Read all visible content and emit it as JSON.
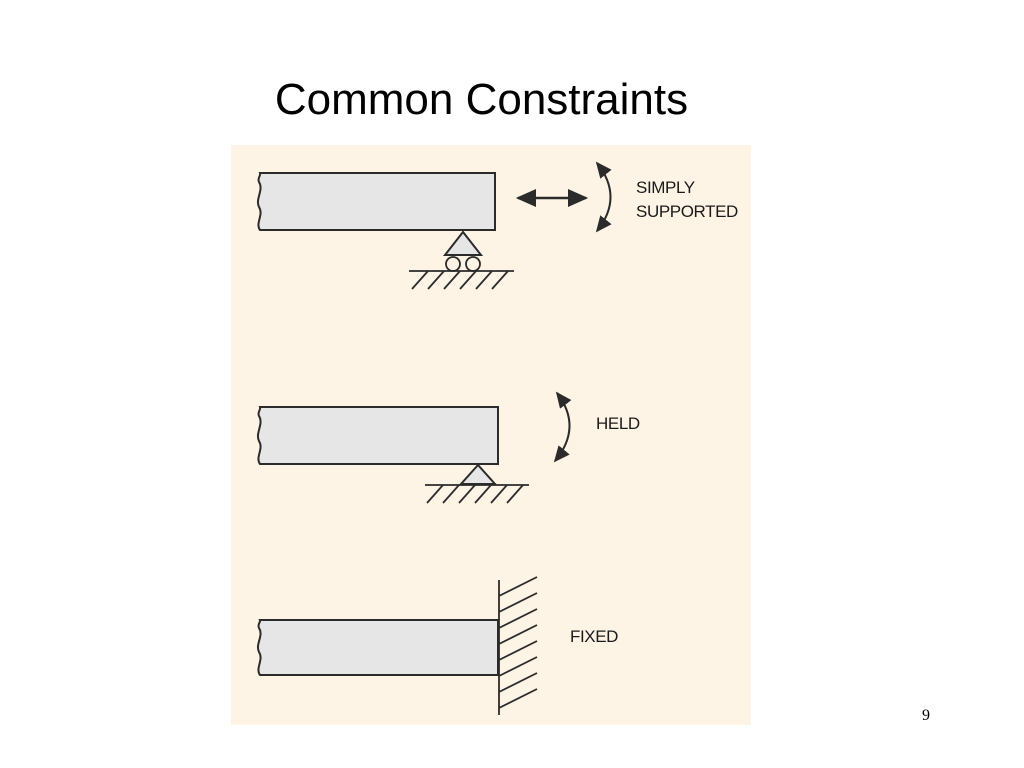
{
  "title": "Common Constraints",
  "page_number": "9",
  "colors": {
    "panel_background": "#fdf4e6",
    "beam_fill": "#e6e6e6",
    "support_fill": "#e6e6e6",
    "line": "#2b2b2b"
  },
  "constraints": [
    {
      "name": "simply-supported",
      "label_lines": [
        "SIMPLY",
        "SUPPORTED"
      ],
      "support": "roller",
      "allowed_motions": [
        "horizontal-translation",
        "rotation"
      ]
    },
    {
      "name": "held",
      "label_lines": [
        "HELD"
      ],
      "support": "pin",
      "allowed_motions": [
        "rotation"
      ]
    },
    {
      "name": "fixed",
      "label_lines": [
        "FIXED"
      ],
      "support": "wall",
      "allowed_motions": []
    }
  ]
}
